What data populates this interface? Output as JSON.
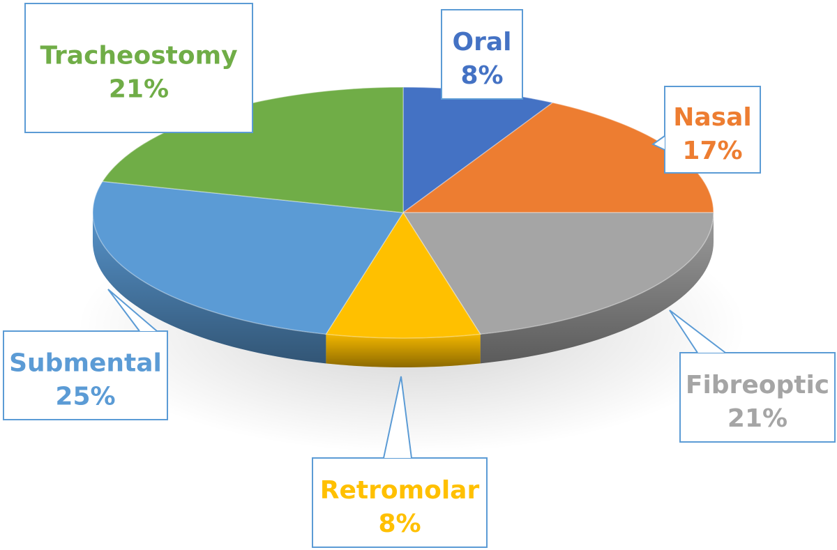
{
  "chart_data": {
    "type": "pie",
    "title": "",
    "style": "3d",
    "legend": "none",
    "slices": [
      {
        "label": "Oral",
        "value": 8,
        "percent_label": "8%",
        "color": "#4472C4",
        "label_color": "#4472C4"
      },
      {
        "label": "Nasal",
        "value": 17,
        "percent_label": "17%",
        "color": "#ED7D31",
        "label_color": "#ED7D31"
      },
      {
        "label": "Fibreoptic",
        "value": 21,
        "percent_label": "21%",
        "color": "#A5A5A5",
        "label_color": "#A5A5A5"
      },
      {
        "label": "Retromolar",
        "value": 8,
        "percent_label": "8%",
        "color": "#FFC000",
        "label_color": "#FFC000"
      },
      {
        "label": "Submental",
        "value": 25,
        "percent_label": "25%",
        "color": "#5B9BD5",
        "label_color": "#5B9BD5"
      },
      {
        "label": "Tracheostomy",
        "value": 21,
        "percent_label": "21%",
        "color": "#70AD47",
        "label_color": "#70AD47"
      }
    ],
    "callout_border_color": "#5B9BD5"
  }
}
